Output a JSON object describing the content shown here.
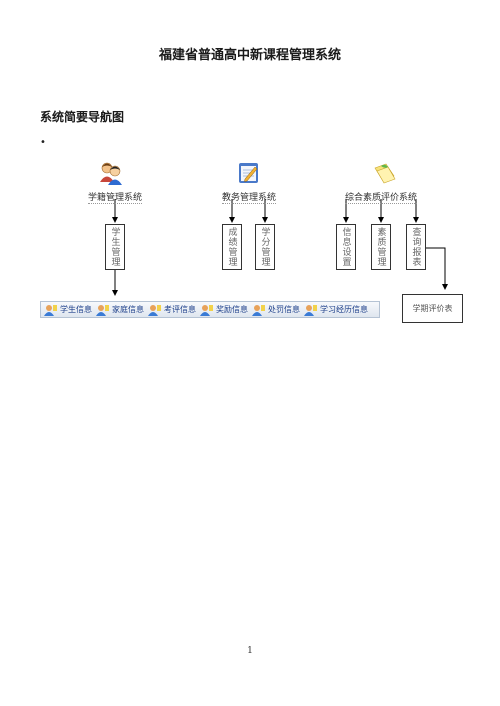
{
  "document": {
    "title": "福建省普通高中新课程管理系统",
    "subtitle": "系统简要导航图",
    "bullet": "•",
    "page_number": "1"
  },
  "systems": [
    {
      "label": "学籍管理系统",
      "icon": "students-icon"
    },
    {
      "label": "教务管理系统",
      "icon": "notepad-pencil-icon"
    },
    {
      "label": "综合素质评价系统",
      "icon": "documents-icon"
    }
  ],
  "modules": {
    "student_mgmt": "学生管理",
    "grade_mgmt": "成绩管理",
    "credit_mgmt": "学分管理",
    "info_setup": "信息设置",
    "quality_mgmt": "素质管理",
    "query_report": "查询报表"
  },
  "tabs": [
    {
      "label": "学生信息",
      "icon": "user-icon"
    },
    {
      "label": "家庭信息",
      "icon": "user-icon"
    },
    {
      "label": "考评信息",
      "icon": "user-icon"
    },
    {
      "label": "奖励信息",
      "icon": "user-icon"
    },
    {
      "label": "处罚信息",
      "icon": "user-icon"
    },
    {
      "label": "学习经历信息",
      "icon": "user-icon"
    }
  ],
  "semester_table": "学期评价表",
  "colors": {
    "tab_text": "#1d3f8a",
    "tab_border": "#b5c3d4",
    "line": "#000000"
  }
}
